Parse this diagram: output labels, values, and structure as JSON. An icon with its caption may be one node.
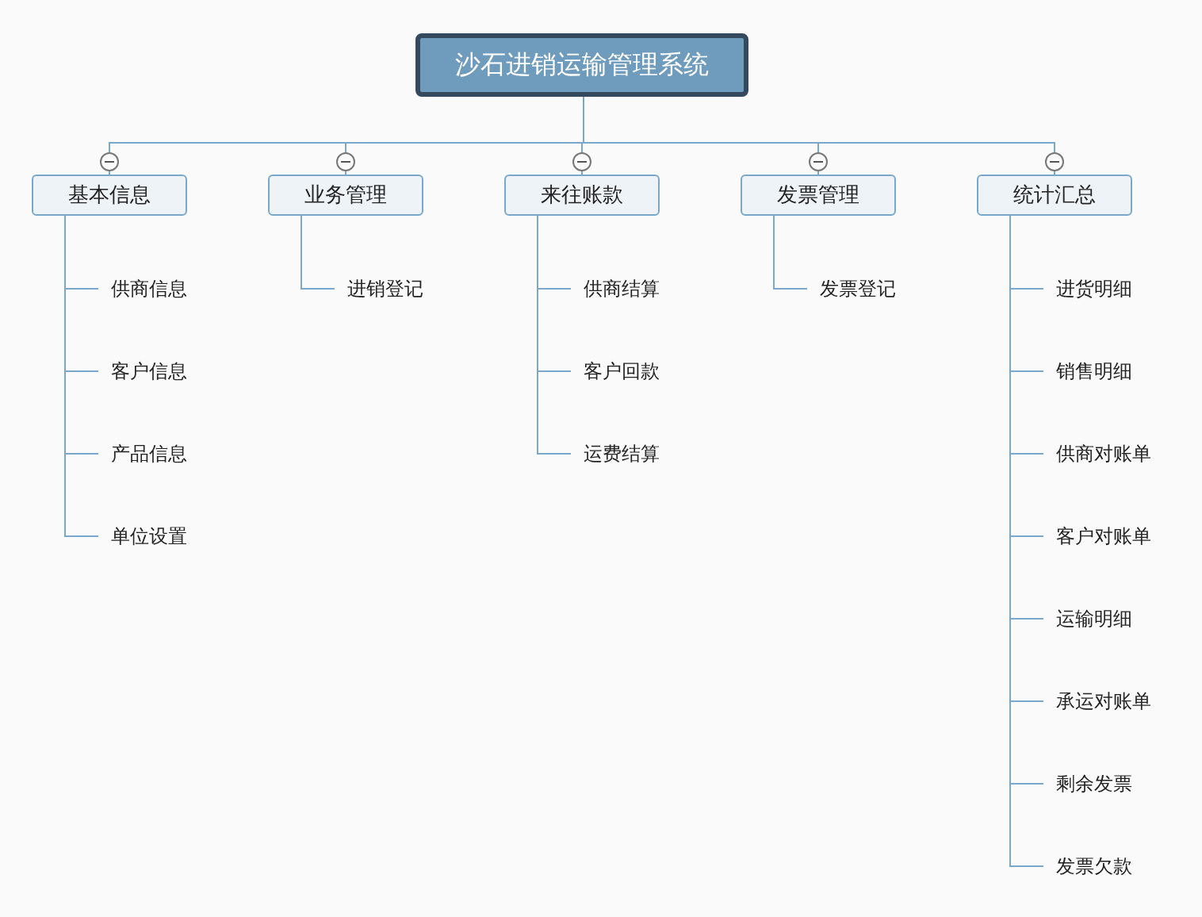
{
  "diagram": {
    "nodes": [
      {
        "text": [
          "沙石进销运输管理系统"
        ]
      },
      {
        "text": [
          "基本信息"
        ]
      },
      {
        "text": [
          "业务管理"
        ]
      },
      {
        "text": [
          "来往账款"
        ]
      },
      {
        "text": [
          "发票管理"
        ]
      },
      {
        "text": [
          "统计汇总"
        ]
      },
      {
        "text": [
          "供商信息"
        ]
      },
      {
        "text": [
          "客户信息"
        ]
      },
      {
        "text": [
          "产品信息"
        ]
      },
      {
        "text": [
          "单位设置"
        ]
      },
      {
        "text": [
          "进销登记"
        ]
      },
      {
        "text": [
          "供商结算"
        ]
      },
      {
        "text": [
          "客户回款"
        ]
      },
      {
        "text": [
          "运费结算"
        ]
      },
      {
        "text": [
          "发票登记"
        ]
      },
      {
        "text": [
          "进货明细"
        ]
      },
      {
        "text": [
          "销售明细"
        ]
      },
      {
        "text": [
          "供商对账单"
        ]
      },
      {
        "text": [
          "客户对账单"
        ]
      },
      {
        "text": [
          "运输明细"
        ]
      },
      {
        "text": [
          "承运对账单"
        ]
      },
      {
        "text": [
          "剩余发票"
        ]
      },
      {
        "text": [
          "发票欠款"
        ]
      }
    ],
    "edges": [
      {
        "from": 0,
        "to": 1,
        "arrow": "none"
      },
      {
        "from": 0,
        "to": 2,
        "arrow": "none"
      },
      {
        "from": 0,
        "to": 3,
        "arrow": "none"
      },
      {
        "from": 0,
        "to": 4,
        "arrow": "none"
      },
      {
        "from": 0,
        "to": 5,
        "arrow": "none"
      },
      {
        "from": 1,
        "to": 6,
        "arrow": "none"
      },
      {
        "from": 1,
        "to": 7,
        "arrow": "none"
      },
      {
        "from": 1,
        "to": 8,
        "arrow": "none"
      },
      {
        "from": 1,
        "to": 9,
        "arrow": "none"
      },
      {
        "from": 2,
        "to": 10,
        "arrow": "none"
      },
      {
        "from": 3,
        "to": 11,
        "arrow": "none"
      },
      {
        "from": 3,
        "to": 12,
        "arrow": "none"
      },
      {
        "from": 3,
        "to": 13,
        "arrow": "none"
      },
      {
        "from": 4,
        "to": 14,
        "arrow": "none"
      },
      {
        "from": 5,
        "to": 15,
        "arrow": "none"
      },
      {
        "from": 5,
        "to": 16,
        "arrow": "none"
      },
      {
        "from": 5,
        "to": 17,
        "arrow": "none"
      },
      {
        "from": 5,
        "to": 18,
        "arrow": "none"
      },
      {
        "from": 5,
        "to": 19,
        "arrow": "none"
      },
      {
        "from": 5,
        "to": 20,
        "arrow": "none"
      },
      {
        "from": 5,
        "to": 21,
        "arrow": "none"
      },
      {
        "from": 5,
        "to": 22,
        "arrow": "none"
      }
    ]
  }
}
